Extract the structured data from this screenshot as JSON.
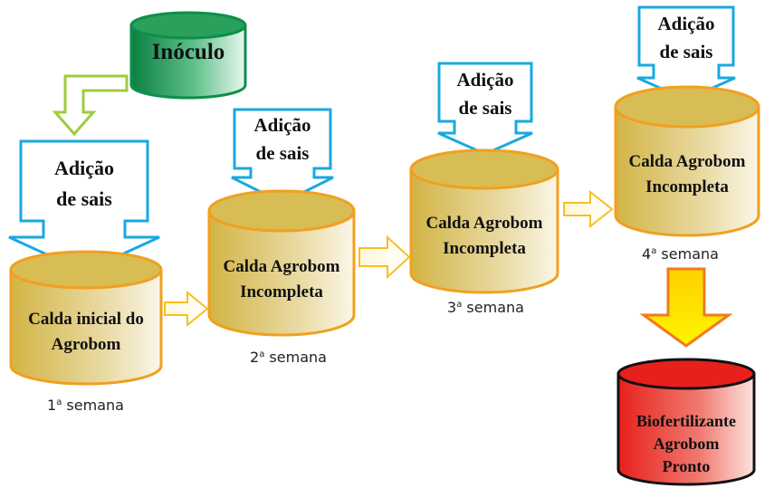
{
  "inoculum": {
    "label": "Inóculo"
  },
  "salt_label": {
    "line1": "Adição",
    "line2": "de sais"
  },
  "stages": [
    {
      "tank_line1": "Calda inicial do",
      "tank_line2": "Agrobom",
      "week_num": "1",
      "week_sup": "a",
      "week_word": "semana"
    },
    {
      "tank_line1": "Calda Agrobom",
      "tank_line2": "Incompleta",
      "week_num": "2",
      "week_sup": "a",
      "week_word": "semana"
    },
    {
      "tank_line1": "Calda Agrobom",
      "tank_line2": "Incompleta",
      "week_num": "3",
      "week_sup": "a",
      "week_word": "semana"
    },
    {
      "tank_line1": "Calda Agrobom",
      "tank_line2": "Incompleta",
      "week_num": "4",
      "week_sup": "a",
      "week_word": "semana"
    }
  ],
  "final": {
    "line1": "Biofertilizante",
    "line2": "Agrobom",
    "line3": "Pronto"
  },
  "colors": {
    "tank_gold": "#d9bf5a",
    "tank_rim": "#f0a020",
    "inoculum_green": "#0d8f4a",
    "salt_arrow": "#1aa8e0",
    "final_red": "#e8201c",
    "down_arrow_yellow": "#ffee00"
  }
}
